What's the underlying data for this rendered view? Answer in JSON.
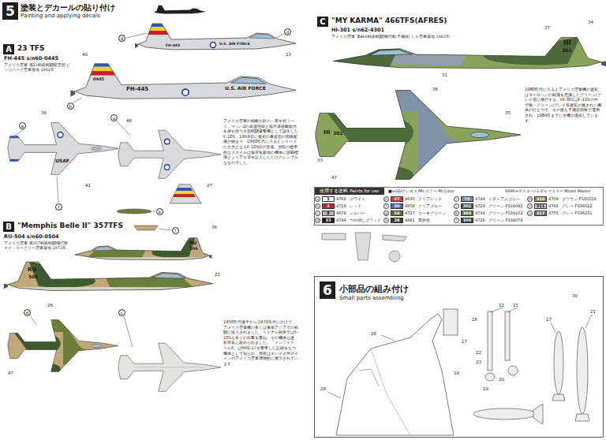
{
  "diagram": {
    "nodes": [
      {
        "text": [
          "5"
        ]
      },
      {
        "text": [
          "A"
        ]
      },
      {
        "text": [
          "B"
        ]
      },
      {
        "text": [
          "C"
        ]
      },
      {
        "text": [
          "6"
        ]
      },
      {
        "text": [
          "使用する塗料 Paints for use"
        ]
      },
      {
        "text": [
          "d"
        ]
      },
      {
        "text": [
          "d"
        ]
      },
      {
        "text": [
          "b"
        ]
      },
      {
        "text": [
          "e"
        ]
      },
      {
        "text": [
          "a"
        ]
      },
      {
        "text": [
          "f"
        ]
      },
      {
        "text": [
          "k"
        ]
      },
      {
        "text": [
          "l"
        ]
      },
      {
        "text": [
          "d"
        ]
      },
      {
        "text": [
          "c"
        ]
      }
    ],
    "labels": [
      "塗装とデカールの貼り付け",
      "Painting and applying decals",
      "23 TFS",
      "FH-445 s/n60-0445",
      "アメリカ空軍 第23戦術戦闘航空団 ピッツバーグ空軍基地 1962年",
      "アメリカ空軍の戦略方針の一翼を担うべく、マッハ2の高速性能と核兵器搭載能力を併せ持つ大型戦闘爆撃機として誕生したF-105。1959年に最初の量産型の部隊配備が始まり、1960年代に入るとシリーズの主力となるF-105Dが登場。当時の標準的なスタイルは無塗装銀地の機体に国籍標識とシリアル等を記入しただけのシンプルなものでした。",
      "\"Memphis Belle II\" 357TFS",
      "RU-504 s/n60-0504",
      "アメリカ空軍 第357戦術戦闘飛行隊 タイ・タークリー空軍基地 1973年",
      "1950年代後半から1970年代にかけて、アメリカ空軍機の多くは東南アジアでの戦闘に投入されました。ベトナム戦争ではF-105も多くの出撃を重ね、その機体は迷彩塗装に改められました。「メンフィス・ベルII」はMiG-17を撃墜した記録をもつ機体として知られ、現在はオハイオ州デイトンのアメリカ空軍博物館に展示されています。",
      "\"MY KARMA\" 466TFS(AFRES)",
      "HI-301 s/n62-4301",
      "アメリカ空軍 第466戦術戦闘飛行隊(予備役) ヒル空軍基地 1983年",
      "1980年代に入るとアメリカ空軍機の迷彩はヨーロッパの戦場を意識したグリーン/グレイ系に移行する。HI-301はF-105の中で唯一グリーン/グレイ系迷彩が施された機体のひとつで、その後も予備役部隊で運用され、1984年までに全機が退役しています。",
      "小部品の組み付け",
      "Small parts assembling",
      "■=GSIクレオス/Mr.カラー Mr.Color",
      "4696=テスター/モデルマスター Model Master",
      "U.S. AIR FORCE",
      "FH-445",
      "0445",
      "U.S. AIR FORCE",
      "FH-445",
      "USAF",
      "RU",
      "504",
      "RU",
      "504",
      "HI",
      "301",
      "HI",
      "301",
      "40",
      "13",
      "38",
      "41",
      "46",
      "27",
      "36",
      "26",
      "47",
      "21",
      "34",
      "37",
      "31",
      "33",
      "47",
      "36",
      "35",
      "28",
      "26",
      "12",
      "15",
      "16",
      "17",
      "22",
      "23",
      "18",
      "19",
      "20",
      "17",
      "21",
      "30",
      "a",
      "1",
      "4768",
      "b",
      "3",
      "4718",
      "c",
      "8",
      "4678",
      "d",
      "33",
      "4749",
      "e",
      "47",
      "4630",
      "f",
      "50",
      "4658",
      "g",
      "54",
      "4727",
      "h",
      "28",
      "4681",
      "i",
      "72",
      "4744",
      "j",
      "302",
      "4729",
      "k",
      "303",
      "4734",
      "l",
      "309",
      "4726",
      "m",
      "310",
      "4709",
      "n",
      "311",
      "4766",
      "o",
      "317",
      "4755"
    ],
    "legend": [
      {
        "text": "ホワイト",
        "color": "#ffffff"
      },
      {
        "text": "レッド",
        "color": "#c8202a"
      },
      {
        "text": "シルバー",
        "color": "#b8b8b8"
      },
      {
        "text": "つや消しブラック",
        "color": "#1a1a1a"
      },
      {
        "text": "クリアレッド",
        "color": "#d9383f"
      },
      {
        "text": "クリアブルー",
        "color": "#3f6cc8"
      },
      {
        "text": "カーキグリーン",
        "color": "#6b6b3a"
      },
      {
        "text": "黒鉄色",
        "color": "#3a3a3a"
      },
      {
        "text": "ミディアムブルー",
        "color": "#6f8fb0"
      },
      {
        "text": "グリーン FS34092",
        "color": "#3f5a3a"
      },
      {
        "text": "グリーン FS34102",
        "color": "#5d7a3a"
      },
      {
        "text": "グリーン FS34079",
        "color": "#2f4530"
      },
      {
        "text": "ブラウン FS30219",
        "color": "#a07850"
      },
      {
        "text": "グレー FS36622",
        "color": "#c8c8c0"
      },
      {
        "text": "グレー FS36231",
        "color": "#6f6f72"
      }
    ]
  }
}
